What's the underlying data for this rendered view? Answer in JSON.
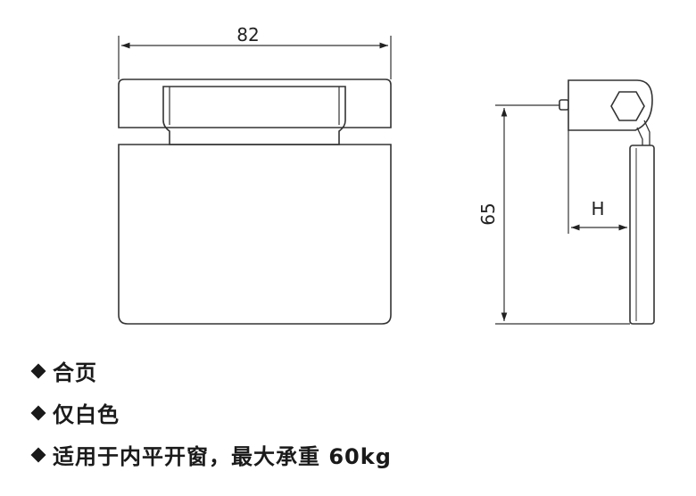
{
  "diagram": {
    "width_dimension": "82",
    "height_dimension": "65",
    "offset_dimension": "H"
  },
  "features": [
    {
      "icon": "diamond-bullet-icon",
      "text": "合页"
    },
    {
      "icon": "diamond-bullet-icon",
      "text": "仅白色"
    },
    {
      "icon": "diamond-bullet-icon",
      "text": "适用于内平开窗，最大承重 60kg"
    }
  ]
}
